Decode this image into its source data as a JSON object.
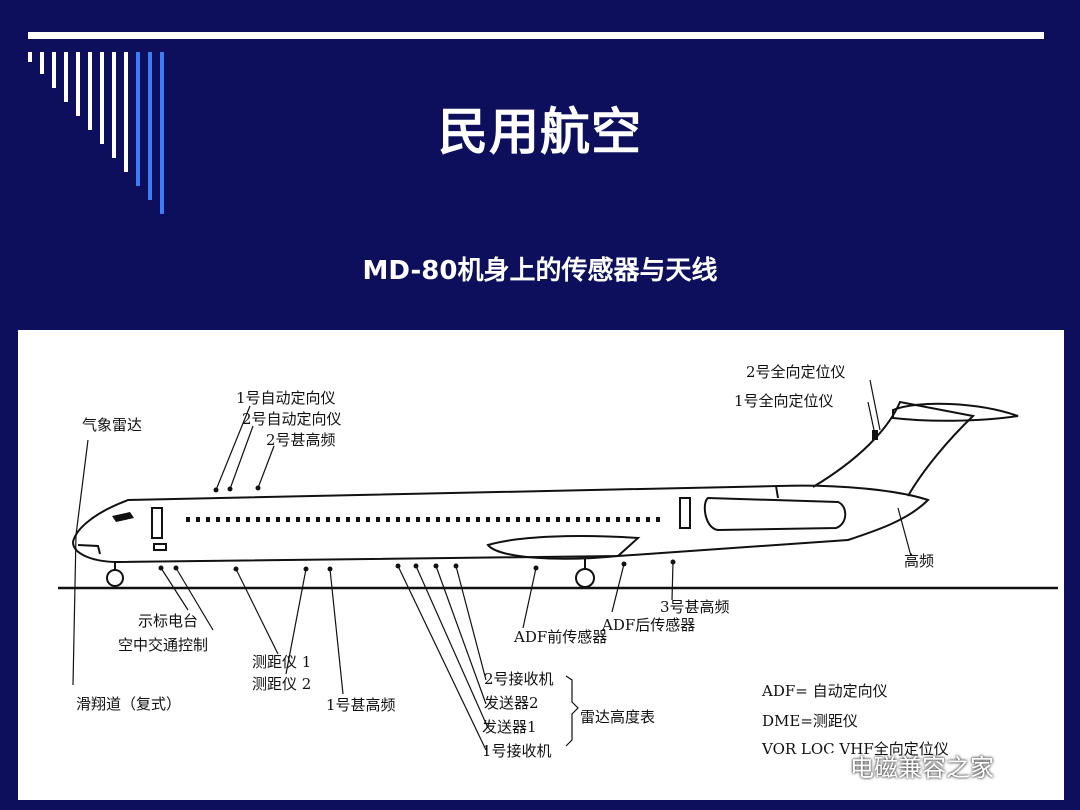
{
  "slide": {
    "title": "民用航空",
    "subtitle": "MD-80机身上的传感器与天线"
  },
  "labels": {
    "weather_radar": "气象雷达",
    "adf1": "1号自动定向仪",
    "adf2": "2号自动定向仪",
    "vhf2": "2号甚高频",
    "vor2": "2号全向定位仪",
    "vor1": "1号全向定位仪",
    "hf": "高频",
    "marker": "示标电台",
    "atc": "空中交通控制",
    "dme1": "测距仪 1",
    "dme2": "测距仪 2",
    "glideslope": "滑翔道（复式）",
    "vhf1": "1号甚高频",
    "rx2": "2号接收机",
    "tx2": "发送器2",
    "tx1": "发送器1",
    "rx1": "1号接收机",
    "radar_altimeter": "雷达高度表",
    "adf_front": "ADF前传感器",
    "adf_rear": "ADF后传感器",
    "vhf3": "3号甚高频"
  },
  "legend": {
    "adf": "ADF= 自动定向仪",
    "dme": "DME=测距仪",
    "vor": "VOR  LOC  VHF全向定位仪"
  },
  "watermark": "电磁兼容之家",
  "colors": {
    "background": "#0d0f5c",
    "accent": "#2a6cf0",
    "panel": "#ffffff"
  }
}
